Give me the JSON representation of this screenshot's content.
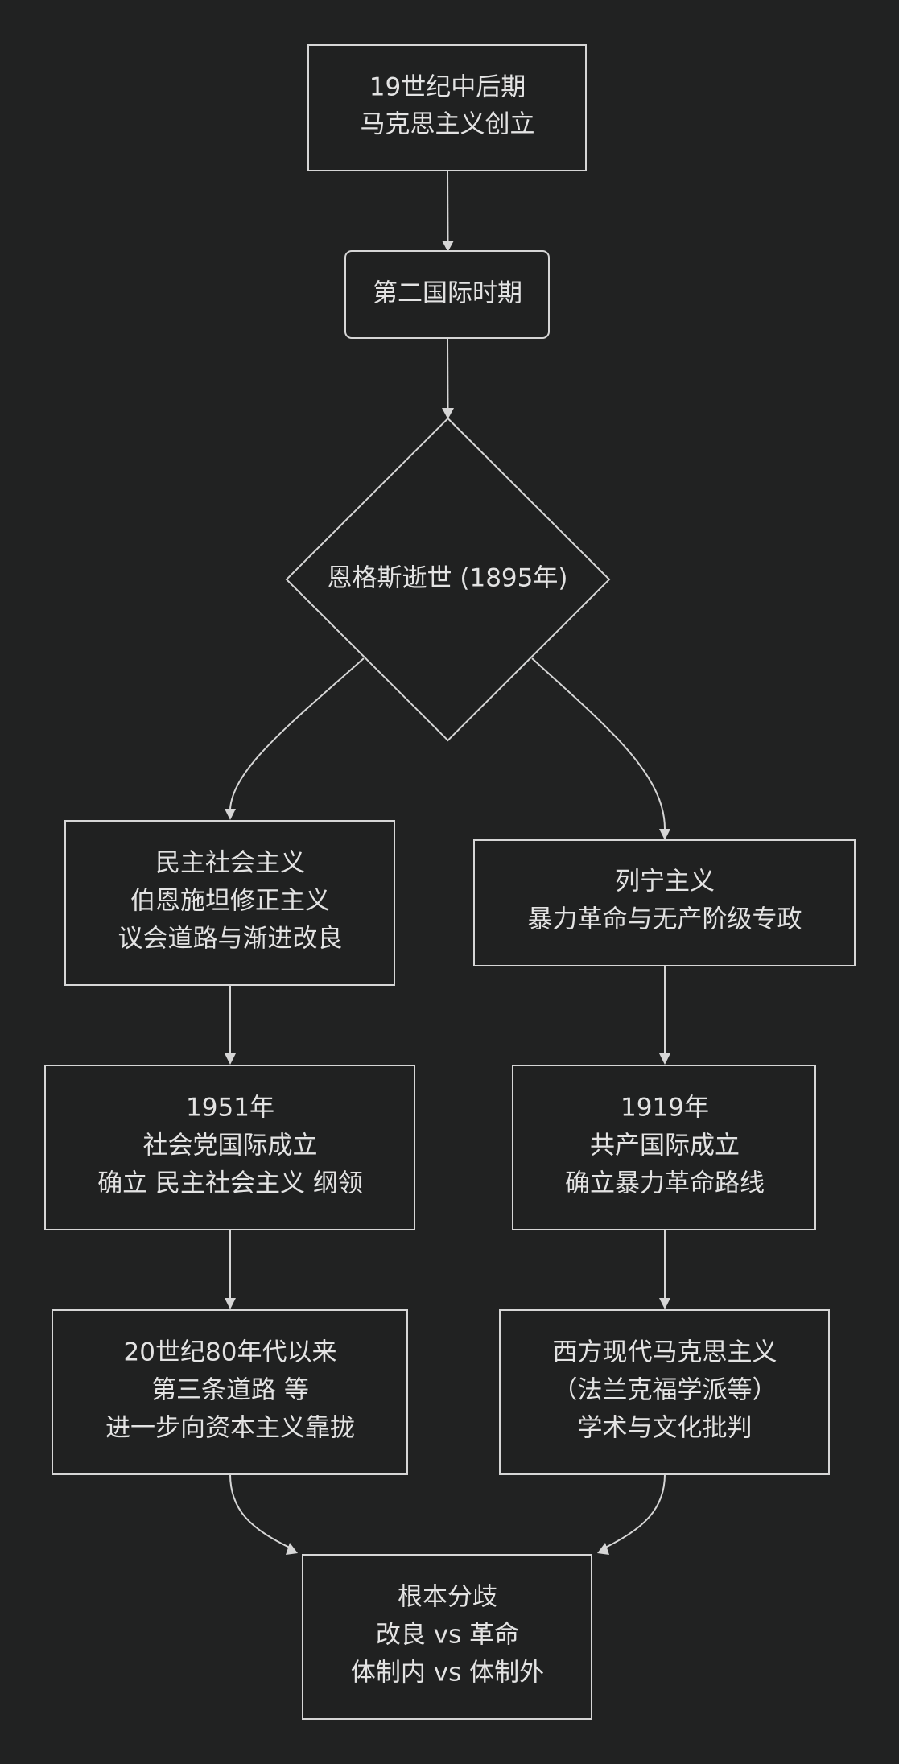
{
  "nodes": {
    "origin": [
      "19世纪中后期",
      "马克思主义创立"
    ],
    "second_international": [
      "第二国际时期"
    ],
    "engels_death": [
      "恩格斯逝世 (1895年)"
    ],
    "democratic_socialism": [
      "民主社会主义",
      "伯恩施坦修正主义",
      "议会道路与渐进改良"
    ],
    "leninism": [
      "列宁主义",
      "暴力革命与无产阶级专政"
    ],
    "socialist_international": [
      "1951年",
      "社会党国际成立",
      "确立 民主社会主义 纲领"
    ],
    "comintern": [
      "1919年",
      "共产国际成立",
      "确立暴力革命路线"
    ],
    "third_way": [
      "20世纪80年代以来",
      "第三条道路 等",
      "进一步向资本主义靠拢"
    ],
    "western_marxism": [
      "西方现代马克思主义",
      "（法兰克福学派等）",
      "学术与文化批判"
    ],
    "fundamental_divergence": [
      "根本分歧",
      "改良 vs 革命",
      "体制内 vs 体制外"
    ]
  }
}
